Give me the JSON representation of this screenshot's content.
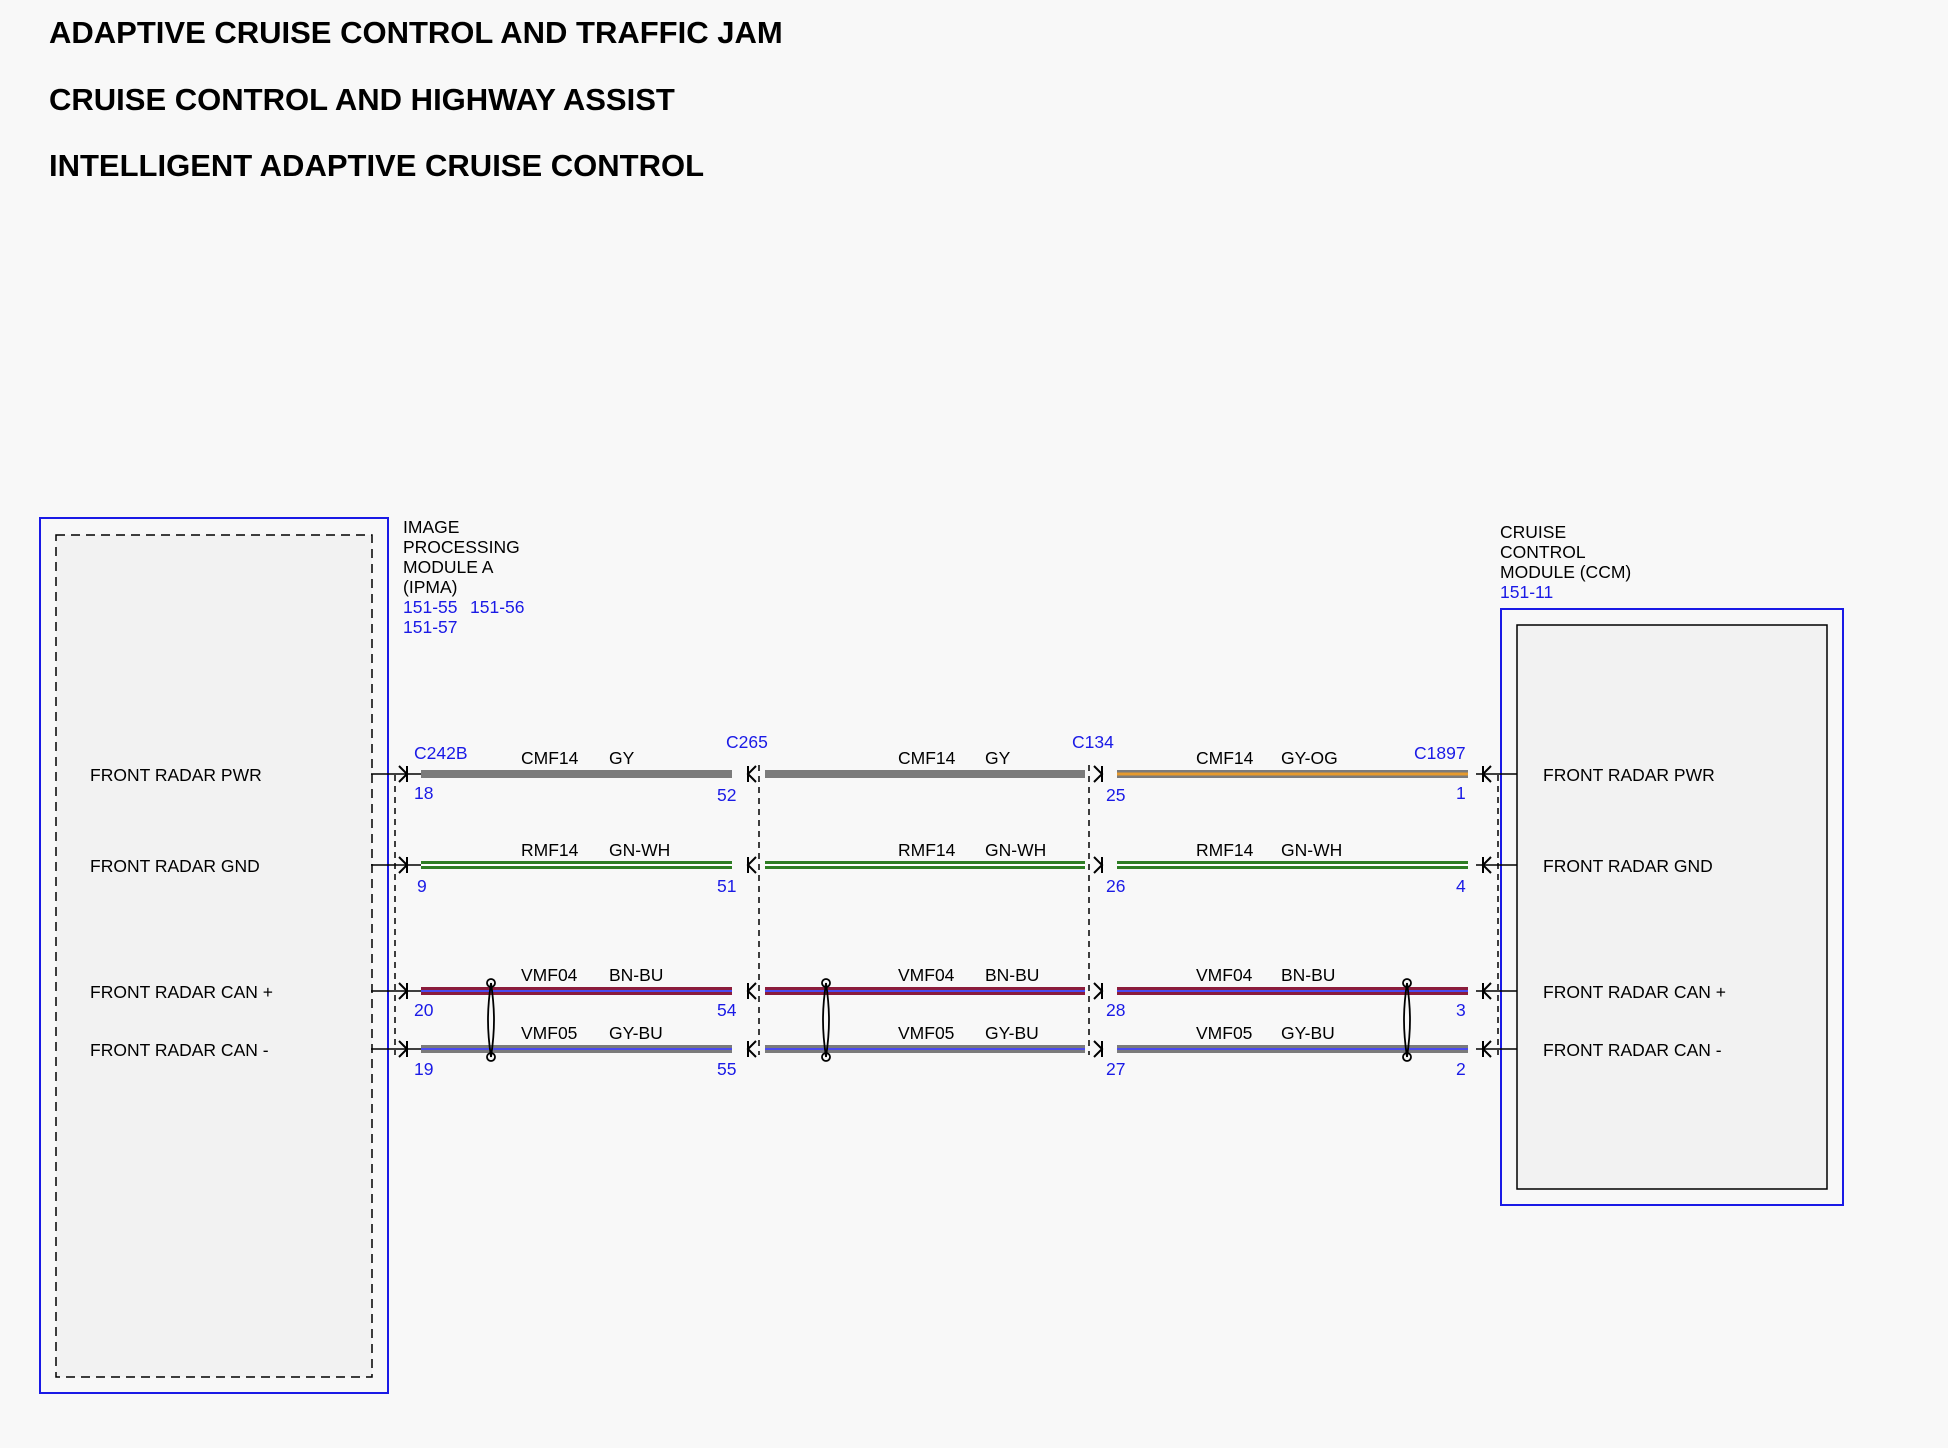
{
  "titles": [
    "ADAPTIVE CRUISE CONTROL AND TRAFFIC JAM",
    "CRUISE CONTROL AND HIGHWAY ASSIST",
    "INTELLIGENT ADAPTIVE CRUISE CONTROL"
  ],
  "ipma": {
    "name_lines": [
      "IMAGE",
      "PROCESSING",
      "MODULE A",
      "(IPMA)"
    ],
    "refs": [
      "151-55",
      "151-56",
      "151-57"
    ]
  },
  "ccm": {
    "name_lines": [
      "CRUISE",
      "CONTROL",
      "MODULE (CCM)"
    ],
    "refs": [
      "151-11"
    ]
  },
  "connectors": [
    "C242B",
    "C265",
    "C134",
    "C1897"
  ],
  "circuits": [
    {
      "signal": "FRONT RADAR PWR",
      "pins": [
        "18",
        "52",
        "25",
        "1"
      ],
      "segments": [
        {
          "circuit": "CMF14",
          "color": "GY"
        },
        {
          "circuit": "CMF14",
          "color": "GY"
        },
        {
          "circuit": "CMF14",
          "color": "GY-OG"
        }
      ]
    },
    {
      "signal": "FRONT RADAR GND",
      "pins": [
        "9",
        "51",
        "26",
        "4"
      ],
      "segments": [
        {
          "circuit": "RMF14",
          "color": "GN-WH"
        },
        {
          "circuit": "RMF14",
          "color": "GN-WH"
        },
        {
          "circuit": "RMF14",
          "color": "GN-WH"
        }
      ]
    },
    {
      "signal": "FRONT RADAR CAN +",
      "pins": [
        "20",
        "54",
        "28",
        "3"
      ],
      "segments": [
        {
          "circuit": "VMF04",
          "color": "BN-BU"
        },
        {
          "circuit": "VMF04",
          "color": "BN-BU"
        },
        {
          "circuit": "VMF04",
          "color": "BN-BU"
        }
      ]
    },
    {
      "signal": "FRONT RADAR CAN -",
      "pins": [
        "19",
        "55",
        "27",
        "2"
      ],
      "segments": [
        {
          "circuit": "VMF05",
          "color": "GY-BU"
        },
        {
          "circuit": "VMF05",
          "color": "GY-BU"
        },
        {
          "circuit": "VMF05",
          "color": "GY-BU"
        }
      ]
    }
  ],
  "wire_colors": {
    "GY": "#7b7b7b",
    "OG": "#e69a2e",
    "GN": "#2e7d24",
    "WH": "#ffffff",
    "BN": "#8b1c3c",
    "BU": "#4a4af0"
  },
  "accent_color": "#1a1ae6"
}
